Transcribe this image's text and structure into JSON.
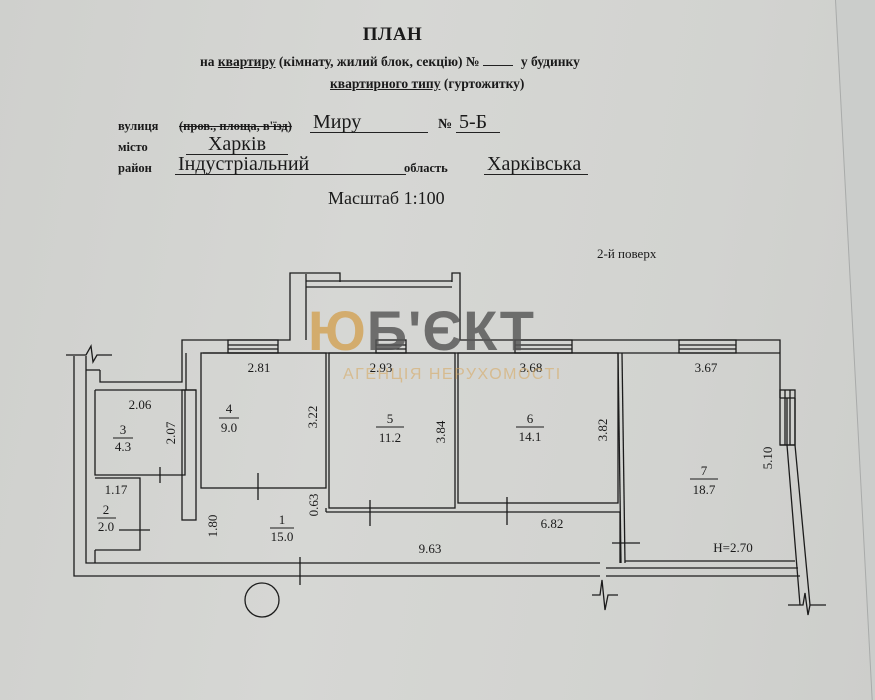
{
  "document": {
    "title": "ПЛАН",
    "line1": {
      "prefix": "на",
      "object_type": "квартиру",
      "options": "(кімнату, жилий блок, секцію) №",
      "number": "",
      "suffix": "у будинку"
    },
    "line2": {
      "building_type": "квартирного типу",
      "alt": "(гуртожитку)"
    },
    "address": {
      "street_label": "вулиця",
      "street_alt_struck": "(пров., площа, в'їзд)",
      "street_value": "Миру",
      "number_label": "№",
      "number_value": "5-Б",
      "city_label": "місто",
      "city_value": "Харків",
      "district_label": "район",
      "district_value": "Індустріальний",
      "region_label": "область",
      "region_value": "Харківська"
    },
    "scale": "Масштаб 1:100",
    "floor": "2-й поверх"
  },
  "watermark": {
    "logo_first": "Ю",
    "logo_rest": "Б'ЄКТ",
    "subtitle": "АГЕНЦІЯ НЕРУХОМОСТІ",
    "accent_color": "#D2A050",
    "text_color": "#555555"
  },
  "plan": {
    "rooms": [
      {
        "number": "1",
        "area": "15.0"
      },
      {
        "number": "2",
        "area": "2.0"
      },
      {
        "number": "3",
        "area": "4.3"
      },
      {
        "number": "4",
        "area": "9.0"
      },
      {
        "number": "5",
        "area": "11.2"
      },
      {
        "number": "6",
        "area": "14.1"
      },
      {
        "number": "7",
        "area": "18.7"
      }
    ],
    "dimensions": {
      "r4_width": "2.81",
      "r4_height": "3.22",
      "r5_width": "2.93",
      "r5_height": "3.84",
      "r6_width": "3.68",
      "r6_height": "3.82",
      "r7_width": "3.67",
      "r7_height": "5.10",
      "r3_width": "2.06",
      "r3_height": "2.07",
      "r2_width": "1.17",
      "r1_height": "1.80",
      "r1_gap": "0.63",
      "corridor_len": "9.63",
      "corridor_len2": "6.82",
      "ceiling_height": "H=2.70"
    }
  }
}
